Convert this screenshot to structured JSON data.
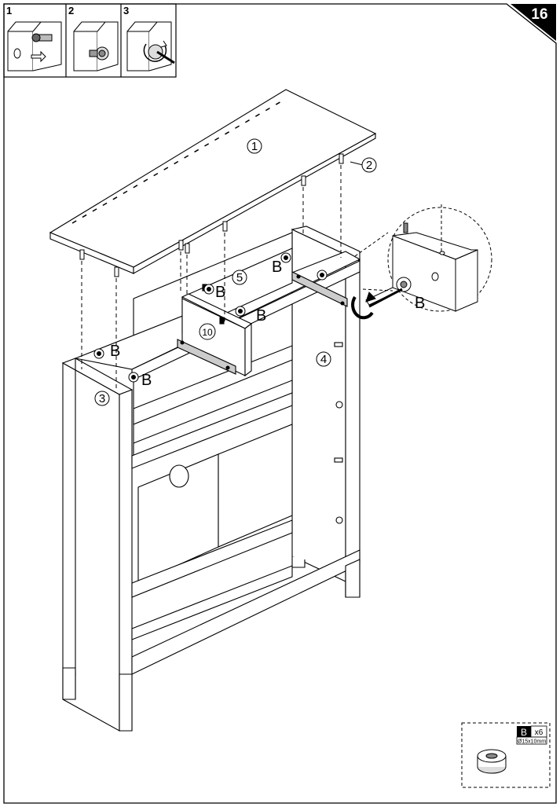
{
  "step_number": "16",
  "substeps": [
    "1",
    "2",
    "3"
  ],
  "part_labels": {
    "p1": "1",
    "p2": "2",
    "p3": "3",
    "p4": "4",
    "p5": "5",
    "p10": "10"
  },
  "fitting_label": "B",
  "legend": {
    "code": "B",
    "quantity": "x6",
    "size": "Ø15x10mm"
  },
  "icons": [
    "cam-lock-icon",
    "screwdriver-icon",
    "dowel-icon",
    "rotation-arrow-icon"
  ]
}
